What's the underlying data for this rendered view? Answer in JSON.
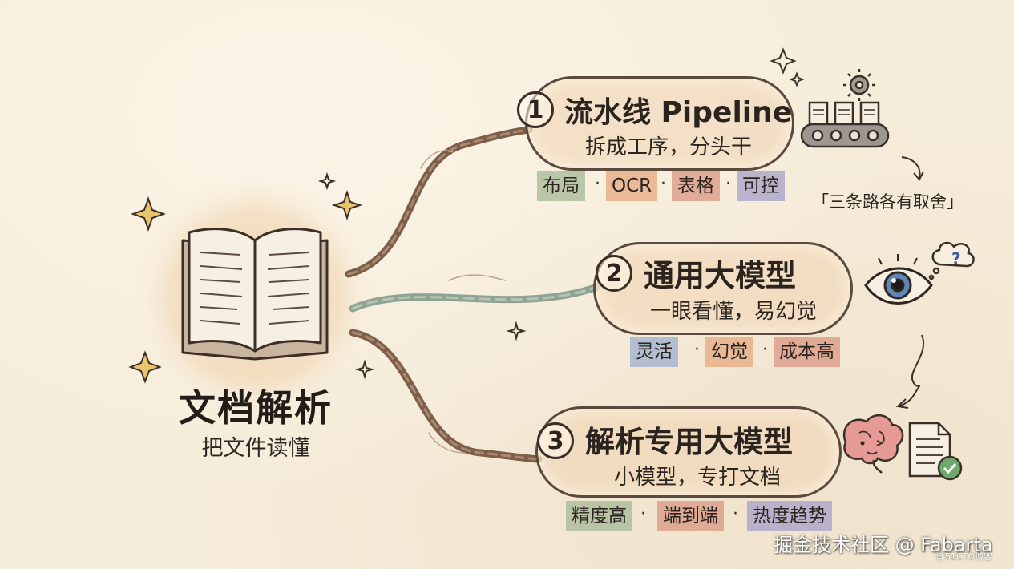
{
  "center": {
    "title": "文档解析",
    "subtitle": "把文件读懂"
  },
  "branches": [
    {
      "number": "1",
      "title": "流水线 Pipeline",
      "subtitle": "拆成工序，分头干",
      "tags": [
        "布局",
        "OCR",
        "表格",
        "可控"
      ]
    },
    {
      "number": "2",
      "title": "通用大模型",
      "subtitle": "一眼看懂，易幻觉",
      "tags": [
        "灵活",
        "幻觉",
        "成本高"
      ]
    },
    {
      "number": "3",
      "title": "解析专用大模型",
      "subtitle": "小模型，专打文档",
      "tags": [
        "精度高",
        "端到端",
        "热度趋势"
      ]
    }
  ],
  "separator": "·",
  "callout": "「三条路各有取舍」",
  "watermark": "掘金技术社区 @ Fabarta",
  "watermark_small": "@51CTO博客",
  "icons": [
    "book-icon",
    "conveyor-belt-icon",
    "gear-icon",
    "eye-icon",
    "question-cloud-icon",
    "brain-icon",
    "document-check-icon",
    "sparkle-icon"
  ],
  "colors": {
    "background": "#f6ecda",
    "outline": "#5a4a3d",
    "bubble": "#f0d4b2",
    "branch_brown": "#8b6b55",
    "branch_green": "#8fa393",
    "eye_blue": "#5f86b8",
    "check_green": "#6ea86c"
  }
}
